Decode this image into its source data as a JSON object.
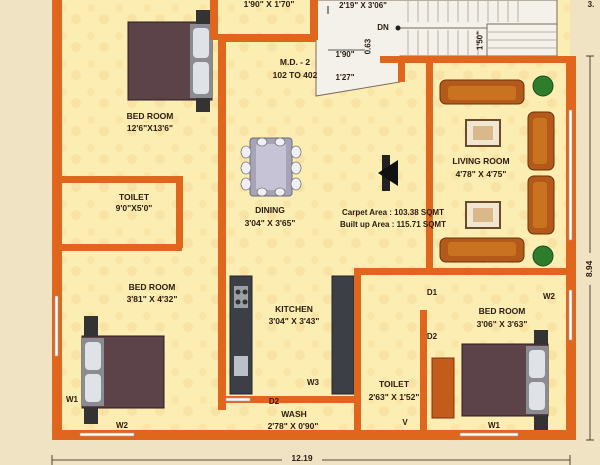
{
  "rooms": {
    "bedroom_1": {
      "name": "BED ROOM",
      "size": "12'6\"X13'6\""
    },
    "bedroom_2": {
      "name": "BED ROOM",
      "size": "3'81\" X 4'32\""
    },
    "bedroom_3": {
      "name": "BED ROOM",
      "size": "3'06\" X 3'63\""
    },
    "toilet_1": {
      "name": "TOILET",
      "size": "9'0\"X5'0\""
    },
    "toilet_2": {
      "name": "TOILET",
      "size": "2'63\" X 1'52\""
    },
    "dining": {
      "name": "DINING",
      "size": "3'04\" X 3'65\""
    },
    "kitchen": {
      "name": "KITCHEN",
      "size": "3'04\" X 3'43\""
    },
    "wash": {
      "name": "WASH",
      "size": "2'78\" X 0'90\""
    },
    "living": {
      "name": "LIVING ROOM",
      "size": "4'78\" X 4'75\""
    }
  },
  "md": {
    "line1": "M.D. - 2",
    "line2": "102 TO 402"
  },
  "top_room_size": "1'90\" X 1'70\"",
  "stair": {
    "size": "2'19\" X 3'06\"",
    "dn": "DN",
    "d1": "1'90\"",
    "d2": "0.63",
    "d3": "1'27\"",
    "d4": "1'50\"",
    "edge": "3."
  },
  "doors": {
    "d1": "D1",
    "d2a": "D2",
    "d2b": "D2",
    "w1a": "W1",
    "w1b": "W1",
    "w2a": "W2",
    "w2b": "W2",
    "w3": "W3",
    "v": "V"
  },
  "area": {
    "carpet": "Carpet Area : 103.38 SQMT",
    "builtup": "Built up Area : 115.71 SQMT"
  },
  "dims": {
    "width": "12.19",
    "height": "8.94"
  },
  "colors": {
    "wall": "#e0661e",
    "floor": "#fcedb2",
    "background": "#efe3c4",
    "furniture": "#5c4349"
  }
}
